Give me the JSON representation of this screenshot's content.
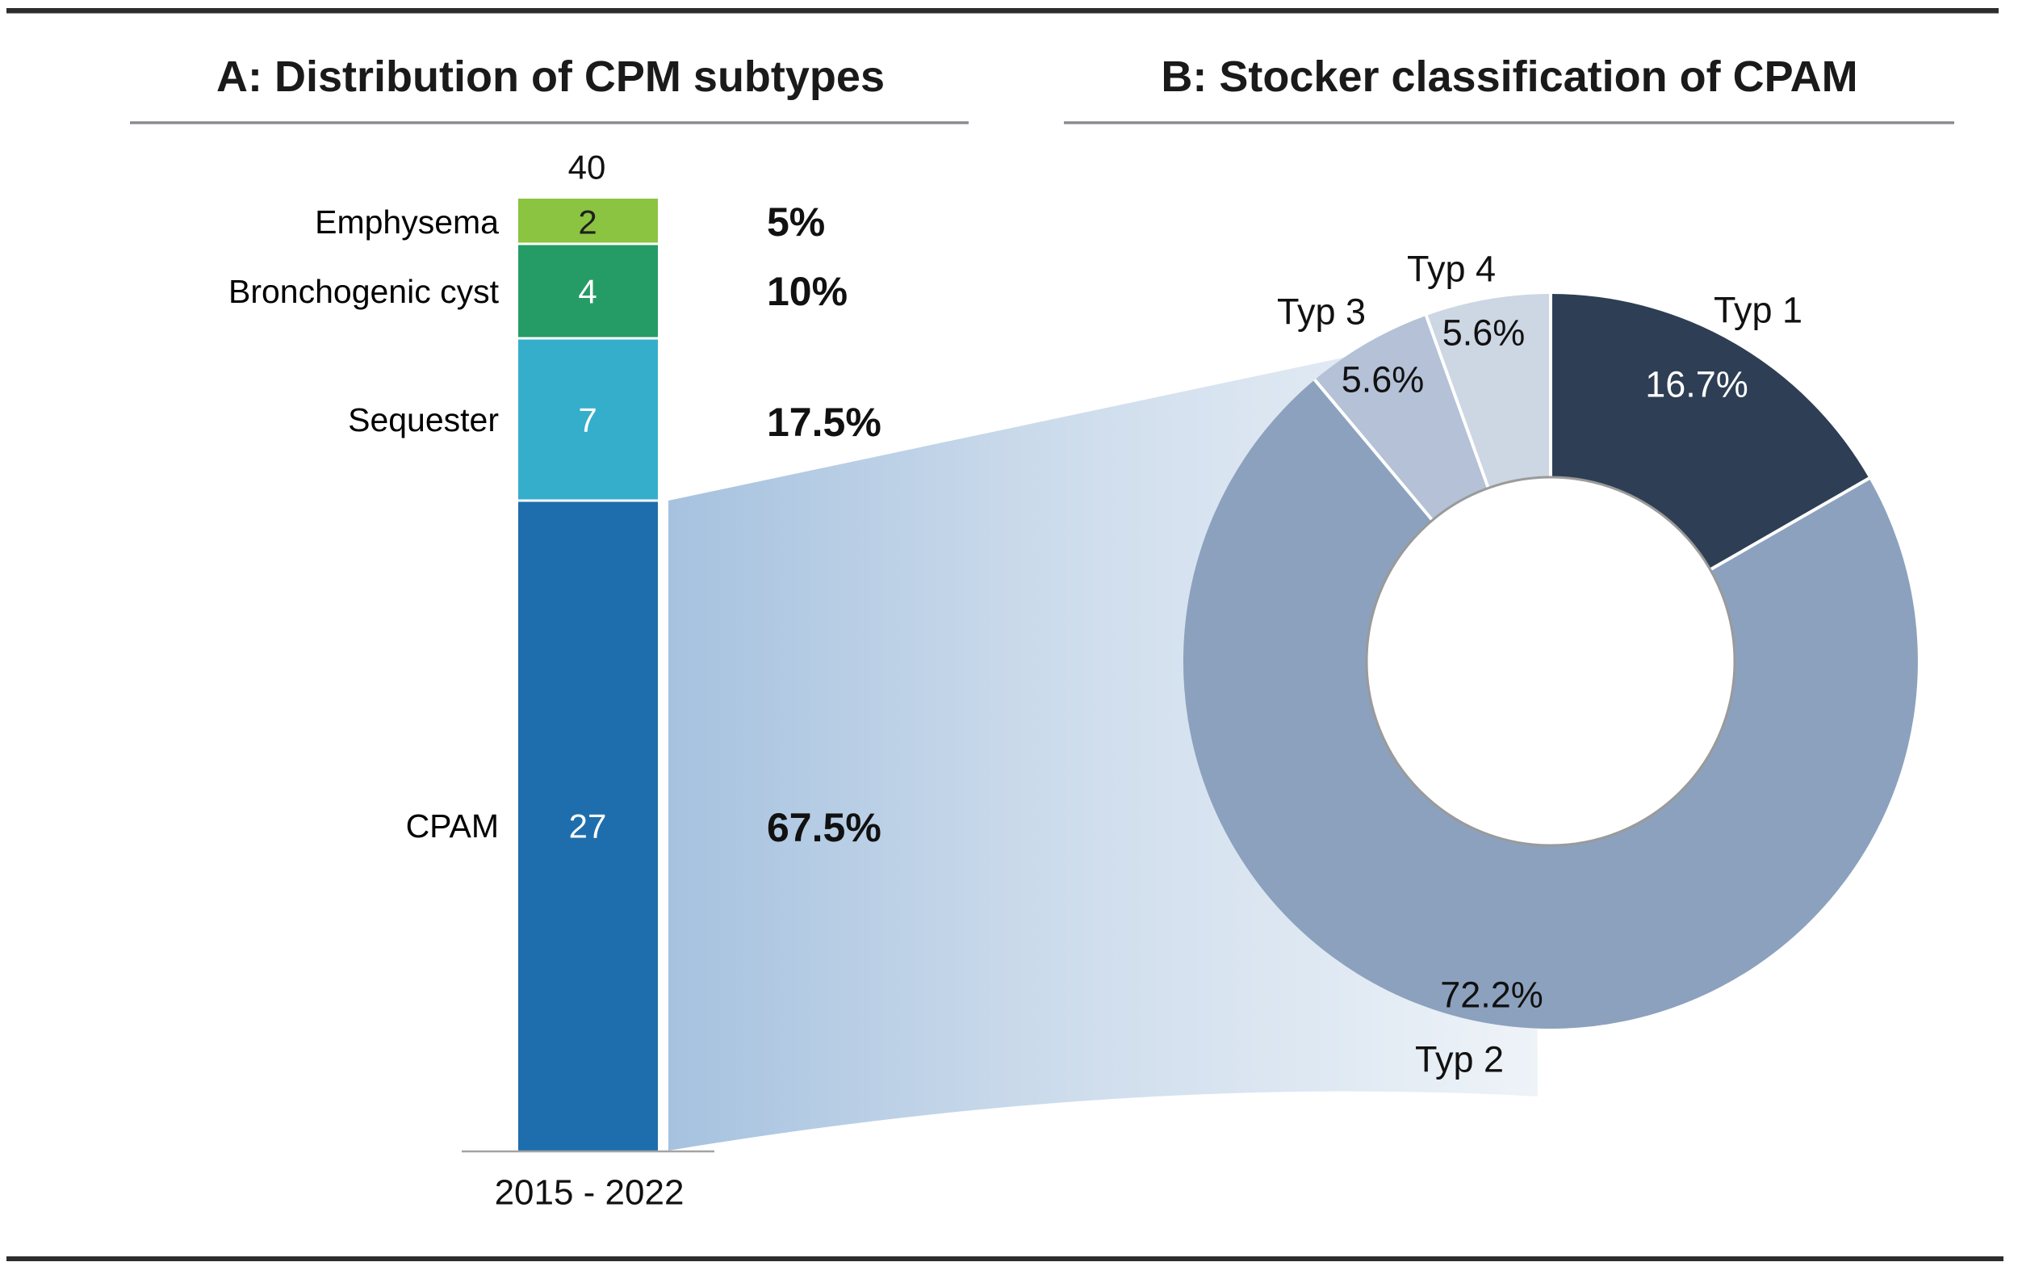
{
  "figure": {
    "panel_a": {
      "title": "A: Distribution of CPM subtypes",
      "total_label": "40",
      "axis_label": "2015 - 2022",
      "segments": [
        {
          "label": "Emphysema",
          "value": "2",
          "percent": "5%",
          "color": "#8bc440",
          "value_color": "#1f1f1f"
        },
        {
          "label": "Bronchogenic cyst",
          "value": "4",
          "percent": "10%",
          "color": "#259c66",
          "value_color": "#ffffff"
        },
        {
          "label": "Sequester",
          "value": "7",
          "percent": "17.5%",
          "color": "#35aecb",
          "value_color": "#ffffff"
        },
        {
          "label": "CPAM",
          "value": "27",
          "percent": "67.5%",
          "color": "#1e6ead",
          "value_color": "#ffffff"
        }
      ]
    },
    "panel_b": {
      "title": "B: Stocker classification of CPAM",
      "slices": [
        {
          "label": "Typ 1",
          "percent": "16.7%",
          "color": "#2e3e54"
        },
        {
          "label": "Typ 2",
          "percent": "72.2%",
          "color": "#8ca1be"
        },
        {
          "label": "Typ 3",
          "percent": "5.6%",
          "color": "#b4c1d6"
        },
        {
          "label": "Typ 4",
          "percent": "5.6%",
          "color": "#cdd6e3"
        }
      ]
    }
  },
  "style": {
    "rule_color": "#2d2d2d",
    "underline_color": "#8b8b93",
    "axis_color": "#a3a3a3",
    "inner_ring": "#9a9a9a",
    "band_start": "#a6c2df",
    "band_mid": "#cddcec",
    "band_end": "#eef3f8"
  },
  "chart_data": [
    {
      "type": "bar",
      "title": "A: Distribution of CPM subtypes",
      "stacked": true,
      "categories": [
        "2015 - 2022"
      ],
      "series": [
        {
          "name": "CPAM",
          "values": [
            27
          ],
          "percent": 67.5
        },
        {
          "name": "Sequester",
          "values": [
            7
          ],
          "percent": 17.5
        },
        {
          "name": "Bronchogenic cyst",
          "values": [
            4
          ],
          "percent": 10
        },
        {
          "name": "Emphysema",
          "values": [
            2
          ],
          "percent": 5
        }
      ],
      "total": 40,
      "ylim": [
        0,
        40
      ],
      "xlabel": "2015 - 2022",
      "ylabel": "",
      "grid": false,
      "legend": "none"
    },
    {
      "type": "pie",
      "donut": true,
      "title": "B: Stocker classification of CPAM",
      "labels": [
        "Typ 1",
        "Typ 2",
        "Typ 3",
        "Typ 4"
      ],
      "values": [
        16.7,
        72.2,
        5.6,
        5.6
      ],
      "start_angle_deg": 0,
      "direction": "clockwise",
      "legend": "none"
    }
  ]
}
